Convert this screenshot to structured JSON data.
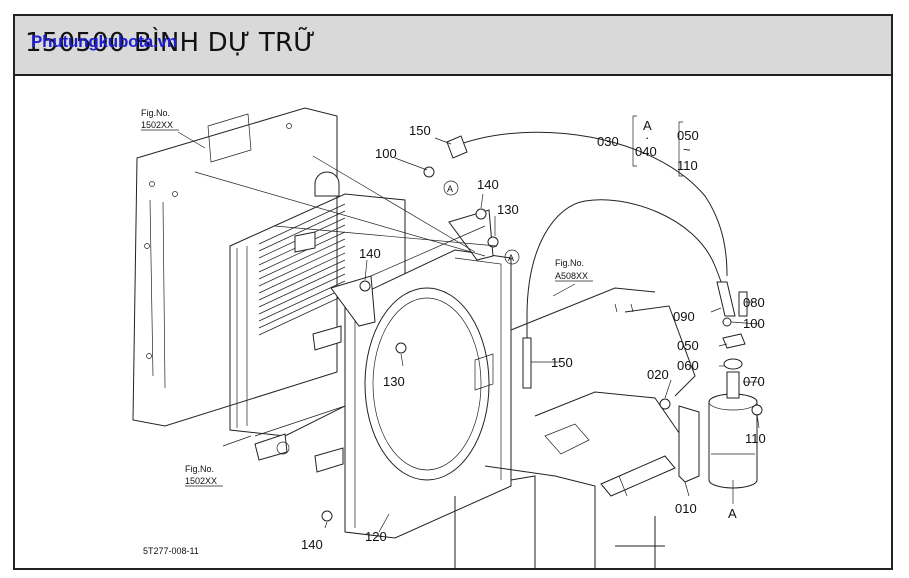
{
  "header": {
    "title": "150500 BÌNH DỰ TRỮ",
    "watermark": "Phutungkubota.vn"
  },
  "diagram": {
    "code": "5T277-008-11",
    "fig_refs": {
      "top_left": [
        "Fig.No.",
        "1502XX"
      ],
      "bottom_left": [
        "Fig.No.",
        "1502XX"
      ],
      "right": [
        "Fig.No.",
        "A508XX"
      ]
    },
    "legend": {
      "main": "030",
      "ref_a": "A",
      "dot": "·",
      "sub": "040",
      "range_top": "050",
      "tilde": "~",
      "range_bottom": "110"
    },
    "callouts": {
      "p150_top": "150",
      "p100_top": "100",
      "p140_top": "140",
      "p130_top": "130",
      "p140_mid": "140",
      "p130_mid": "130",
      "p150_right": "150",
      "p090": "090",
      "p080": "080",
      "p100_right": "100",
      "p050": "050",
      "p060": "060",
      "p020": "020",
      "p070": "070",
      "p110": "110",
      "p010": "010",
      "p120": "120",
      "p140_bottom": "140"
    },
    "markers": {
      "a1": "A",
      "a2": "A",
      "a3": "A"
    }
  }
}
